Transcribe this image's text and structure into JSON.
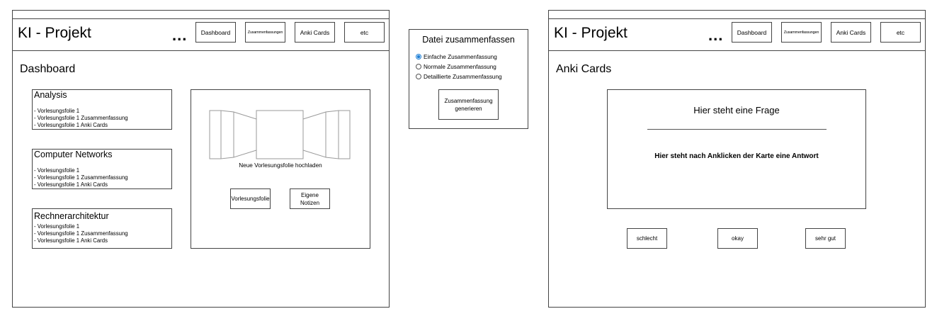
{
  "left_screen": {
    "app_title": "KI - Projekt",
    "more": "...",
    "nav": [
      "Dashboard",
      "Zusammenfassungen",
      "Anki Cards",
      "etc"
    ],
    "page_title": "Dashboard",
    "courses": [
      {
        "title": "Analysis",
        "items": [
          "- Vorlesungsfolie 1",
          "- Vorlesungsfolie 1 Zusammenfassung",
          "- Vorlesungsfolie 1 Anki Cards"
        ]
      },
      {
        "title": "Computer Networks",
        "items": [
          "- Vorlesungsfolie 1",
          "- Vorlesungsfolie 1 Zusammenfassung",
          "- Vorlesungsfolie 1 Anki Cards"
        ]
      },
      {
        "title": "Rechnerarchitektur",
        "items": [
          "- Vorlesungsfolie 1",
          "- Vorlesungsfolie 1 Zusammenfassung",
          "- Vorlesungsfolie 1 Anki Cards"
        ]
      }
    ],
    "upload": {
      "label": "Neue Vorlesungsfolie hochladen",
      "btn_slide": "Vorlesungsfolie",
      "btn_notes": "Eigene Notizen"
    }
  },
  "summary_dialog": {
    "title": "Datei zusammenfassen",
    "options": [
      "Einfache Zusammenfassung",
      "Normale Zusammenfassung",
      "Detaillierte Zusammenfassung"
    ],
    "selected_option": "Einfache Zusammenfassung",
    "generate_button": "Zusammenfassung generieren"
  },
  "right_screen": {
    "app_title": "KI - Projekt",
    "more": "...",
    "nav": [
      "Dashboard",
      "Zusammenfassungen",
      "Anki Cards",
      "etc"
    ],
    "page_title": "Anki Cards",
    "card_question": "Hier steht eine Frage",
    "card_answer": "Hier steht nach Anklicken der Karte eine Antwort",
    "ratings": [
      "schlecht",
      "okay",
      "sehr gut"
    ]
  }
}
